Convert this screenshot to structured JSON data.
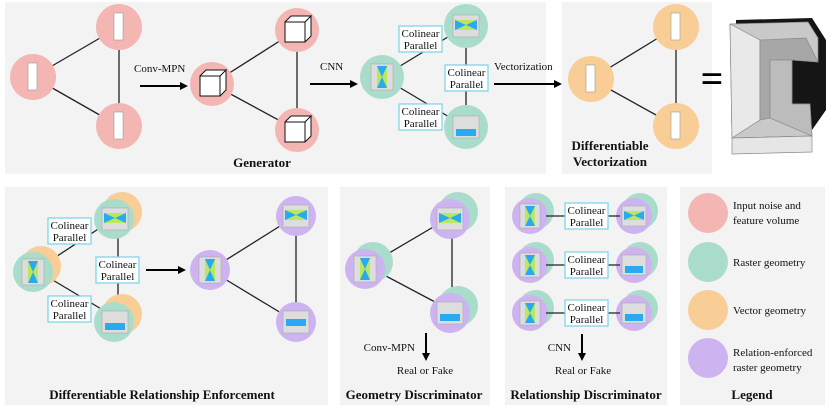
{
  "colors": {
    "input_noise": "#f4b6b2",
    "raster": "#a9dccb",
    "vector": "#f8cd96",
    "relation_enforced": "#cdb4f0",
    "box_border": "#7fd6ea",
    "panel_bg": "#f3f3f3",
    "bar_blue": "#29a9f1",
    "bar_green": "#b9e860"
  },
  "top": {
    "arrow1": "Conv-MPN",
    "arrow2": "CNN",
    "arrow3": "Vectorization",
    "colinear_line1": "Colinear",
    "colinear_line2": "Parallel",
    "generator_title": "Generator",
    "vec_title_line1": "Differentiable",
    "vec_title_line2": "Vectorization",
    "equals": "="
  },
  "bottom": {
    "dre_title": "Differentiable Relationship Enforcement",
    "geo_title": "Geometry Discriminator",
    "geo_arrow": "Conv-MPN",
    "geo_result": "Real or Fake",
    "rel_title": "Relationship Discriminator",
    "rel_arrow": "CNN",
    "rel_result": "Real or Fake"
  },
  "legend": {
    "title": "Legend",
    "items": [
      {
        "line1": "Input noise and",
        "line2": "feature volume"
      },
      {
        "line1": "Raster geometry",
        "line2": ""
      },
      {
        "line1": "Vector geometry",
        "line2": ""
      },
      {
        "line1": "Relation-enforced",
        "line2": "raster geometry"
      }
    ]
  }
}
